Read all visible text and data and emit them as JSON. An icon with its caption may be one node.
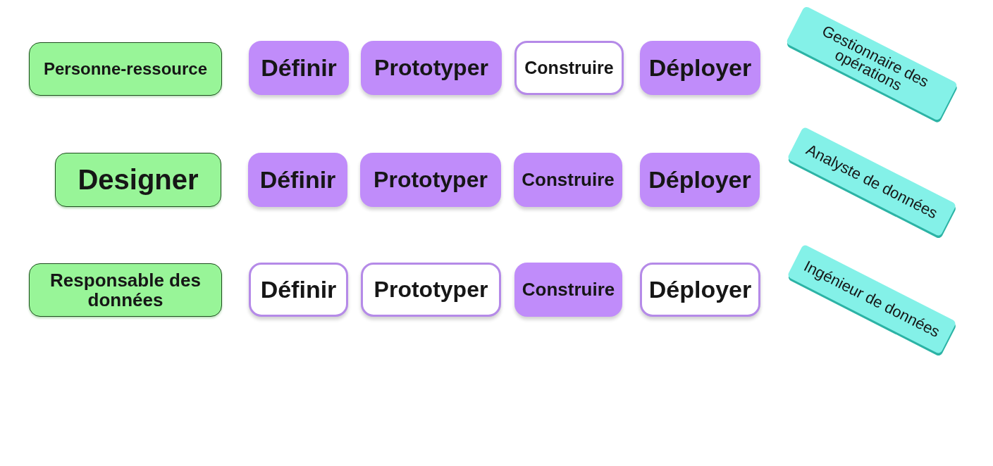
{
  "diagram": {
    "nodes": [
      {
        "text": [
          "Personne-ressource"
        ]
      },
      {
        "text": [
          "Définir"
        ]
      },
      {
        "text": [
          "Prototyper"
        ]
      },
      {
        "text": [
          "Construire"
        ]
      },
      {
        "text": [
          "Déployer"
        ]
      },
      {
        "text": [
          "Gestionnaire des opérations"
        ]
      },
      {
        "text": [
          "Designer"
        ]
      },
      {
        "text": [
          "Définir"
        ]
      },
      {
        "text": [
          "Prototyper"
        ]
      },
      {
        "text": [
          "Construire"
        ]
      },
      {
        "text": [
          "Déployer"
        ]
      },
      {
        "text": [
          "Analyste de données"
        ]
      },
      {
        "text": [
          "Responsable des données"
        ]
      },
      {
        "text": [
          "Définir"
        ]
      },
      {
        "text": [
          "Prototyper"
        ]
      },
      {
        "text": [
          "Construire"
        ]
      },
      {
        "text": [
          "Déployer"
        ]
      },
      {
        "text": [
          "Ingénieur de données"
        ]
      }
    ]
  }
}
